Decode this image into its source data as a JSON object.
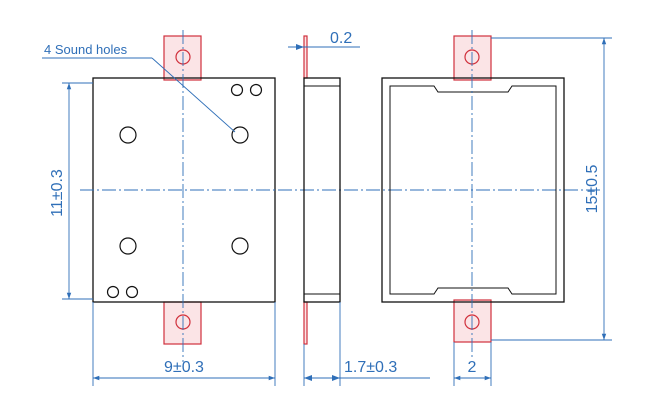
{
  "annotation": {
    "sound_holes": "4 Sound holes"
  },
  "dimensions": {
    "height_front": "11±0.3",
    "width_front": "9±0.3",
    "thickness_lead": "0.2",
    "thickness_body": "1.7±0.3",
    "overall_height": "15±0.5",
    "tab_width": "2"
  },
  "colors": {
    "outline": "#111111",
    "dimension": "#2f6fb8",
    "tab_stroke": "#d0303c",
    "tab_fill": "#fbe4e6"
  }
}
